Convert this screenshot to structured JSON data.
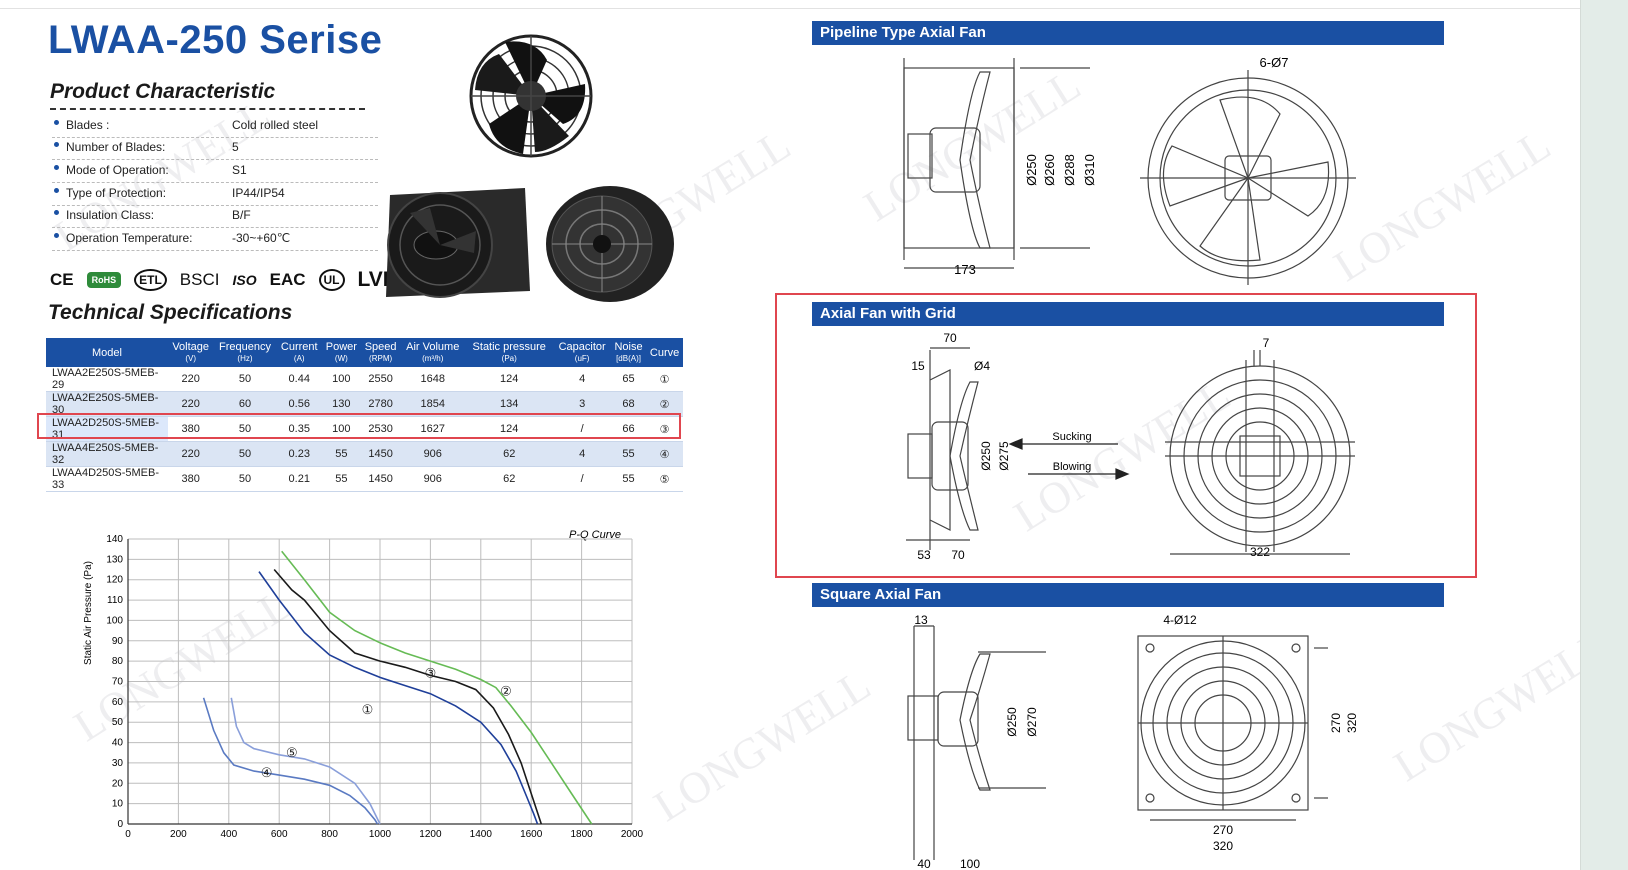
{
  "title": "LWAA-250 Serise",
  "characteristics": {
    "heading": "Product Characteristic",
    "items": [
      {
        "label": "Blades :",
        "value": "Cold rolled steel"
      },
      {
        "label": "Number of Blades:",
        "value": "5"
      },
      {
        "label": "Mode of Operation:",
        "value": "S1"
      },
      {
        "label": "Type of Protection:",
        "value": "IP44/IP54"
      },
      {
        "label": "Insulation Class:",
        "value": "B/F"
      },
      {
        "label": "Operation Temperature:",
        "value": "-30~+60℃"
      }
    ]
  },
  "certifications": [
    "CE",
    "RoHS",
    "ETL",
    "BSCI",
    "ISO",
    "EAC",
    "UL",
    "LVD"
  ],
  "watermark": "LONGWELL",
  "specs": {
    "heading": "Technical Specifications",
    "columns": [
      {
        "name": "Model",
        "unit": ""
      },
      {
        "name": "Voltage",
        "unit": "(V)"
      },
      {
        "name": "Frequency",
        "unit": "(Hz)"
      },
      {
        "name": "Current",
        "unit": "(A)"
      },
      {
        "name": "Power",
        "unit": "(W)"
      },
      {
        "name": "Speed",
        "unit": "(RPM)"
      },
      {
        "name": "Air Volume",
        "unit": "(m³/h)"
      },
      {
        "name": "Static pressure",
        "unit": "(Pa)"
      },
      {
        "name": "Capacitor",
        "unit": "(uF)"
      },
      {
        "name": "Noise",
        "unit": "[dB(A)]"
      },
      {
        "name": "Curve",
        "unit": ""
      }
    ],
    "rows": [
      [
        "LWAA2E250S-5MEB-29",
        "220",
        "50",
        "0.44",
        "100",
        "2550",
        "1648",
        "124",
        "4",
        "65",
        "①"
      ],
      [
        "LWAA2E250S-5MEB-30",
        "220",
        "60",
        "0.56",
        "130",
        "2780",
        "1854",
        "134",
        "3",
        "68",
        "②"
      ],
      [
        "LWAA2D250S-5MEB-31",
        "380",
        "50",
        "0.35",
        "100",
        "2530",
        "1627",
        "124",
        "/",
        "66",
        "③"
      ],
      [
        "LWAA4E250S-5MEB-32",
        "220",
        "50",
        "0.23",
        "55",
        "1450",
        "906",
        "62",
        "4",
        "55",
        "④"
      ],
      [
        "LWAA4D250S-5MEB-33",
        "380",
        "50",
        "0.21",
        "55",
        "1450",
        "906",
        "62",
        "/",
        "55",
        "⑤"
      ]
    ]
  },
  "chart_data": {
    "type": "line",
    "title": "P-Q Curve",
    "xlabel": "",
    "ylabel": "Static Air Pressure  (Pa)",
    "xlim": [
      0,
      2000
    ],
    "ylim": [
      0,
      140
    ],
    "xticks": [
      0,
      200,
      400,
      600,
      800,
      1000,
      1200,
      1400,
      1600,
      1800,
      2000
    ],
    "yticks": [
      0,
      10,
      20,
      30,
      40,
      50,
      60,
      70,
      80,
      90,
      100,
      110,
      120,
      130,
      140
    ],
    "grid": true,
    "series": [
      {
        "name": "①",
        "color": "#1f3f99",
        "label_at": [
          950,
          56
        ],
        "points": [
          [
            520,
            124
          ],
          [
            600,
            110
          ],
          [
            700,
            94
          ],
          [
            800,
            83
          ],
          [
            900,
            77
          ],
          [
            1000,
            72
          ],
          [
            1100,
            68
          ],
          [
            1200,
            64
          ],
          [
            1300,
            58
          ],
          [
            1400,
            50
          ],
          [
            1480,
            39
          ],
          [
            1540,
            26
          ],
          [
            1580,
            14
          ],
          [
            1610,
            5
          ],
          [
            1625,
            0
          ]
        ]
      },
      {
        "name": "②",
        "color": "#66bb55",
        "label_at": [
          1500,
          65
        ],
        "points": [
          [
            610,
            134
          ],
          [
            700,
            120
          ],
          [
            800,
            104
          ],
          [
            900,
            95
          ],
          [
            1000,
            89
          ],
          [
            1100,
            84
          ],
          [
            1200,
            80
          ],
          [
            1300,
            76
          ],
          [
            1400,
            71
          ],
          [
            1460,
            67
          ],
          [
            1520,
            58
          ],
          [
            1600,
            45
          ],
          [
            1680,
            30
          ],
          [
            1760,
            15
          ],
          [
            1840,
            0
          ]
        ]
      },
      {
        "name": "③",
        "color": "#1a1a1a",
        "label_at": [
          1200,
          74
        ],
        "points": [
          [
            580,
            125
          ],
          [
            650,
            115
          ],
          [
            700,
            110
          ],
          [
            800,
            95
          ],
          [
            900,
            84
          ],
          [
            1000,
            80
          ],
          [
            1100,
            77
          ],
          [
            1200,
            73
          ],
          [
            1300,
            70
          ],
          [
            1380,
            66
          ],
          [
            1450,
            57
          ],
          [
            1510,
            44
          ],
          [
            1560,
            30
          ],
          [
            1600,
            15
          ],
          [
            1640,
            0
          ]
        ]
      },
      {
        "name": "④",
        "color": "#5a7ac2",
        "label_at": [
          550,
          25
        ],
        "points": [
          [
            300,
            62
          ],
          [
            340,
            46
          ],
          [
            380,
            35
          ],
          [
            420,
            29
          ],
          [
            500,
            26
          ],
          [
            600,
            24
          ],
          [
            700,
            22
          ],
          [
            800,
            19
          ],
          [
            880,
            14
          ],
          [
            940,
            8
          ],
          [
            980,
            2
          ],
          [
            990,
            0
          ]
        ]
      },
      {
        "name": "⑤",
        "color": "#8a9fda",
        "label_at": [
          650,
          35
        ],
        "points": [
          [
            410,
            62
          ],
          [
            430,
            48
          ],
          [
            460,
            40
          ],
          [
            500,
            37
          ],
          [
            600,
            34
          ],
          [
            700,
            32
          ],
          [
            800,
            28
          ],
          [
            900,
            20
          ],
          [
            960,
            10
          ],
          [
            1000,
            0
          ]
        ]
      }
    ]
  },
  "drawings": {
    "pipeline": {
      "banner": "Pipeline Type Axial Fan",
      "dims": [
        "Ø250",
        "Ø260",
        "Ø288",
        "Ø310",
        "173",
        "6-Ø7"
      ]
    },
    "grid": {
      "banner": "Axial Fan with Grid",
      "dims": [
        "70",
        "15",
        "Ø4",
        "Ø250",
        "Ø275",
        "53",
        "70",
        "7",
        "322"
      ],
      "flow_in": "Sucking",
      "flow_out": "Blowing"
    },
    "square": {
      "banner": "Square Axial Fan",
      "dims": [
        "13",
        "Ø250",
        "Ø270",
        "40",
        "100",
        "4-Ø12",
        "270",
        "320",
        "270",
        "320"
      ]
    }
  }
}
